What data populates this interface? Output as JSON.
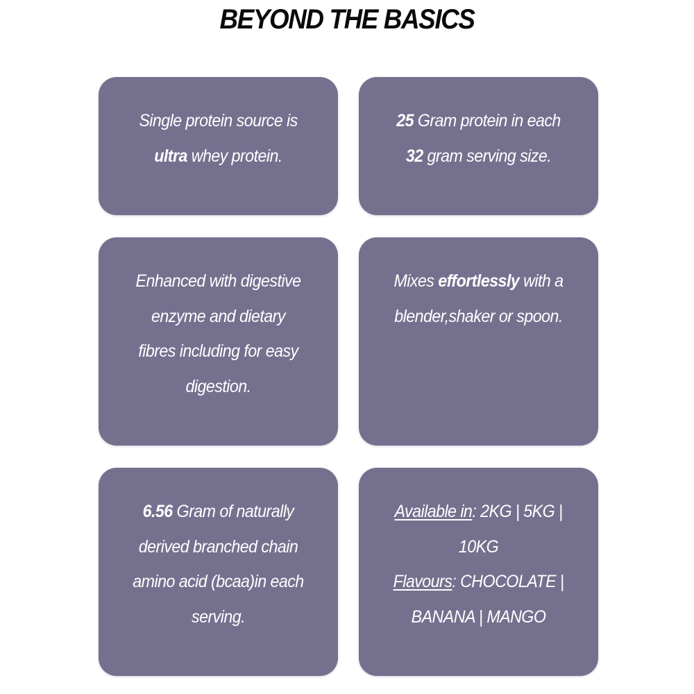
{
  "title": "BEYOND THE BASICS",
  "card_color": "#76708f",
  "cards": [
    {
      "lines": [
        {
          "pre": "Single protein source is"
        },
        {
          "bold": "ultra",
          "post": " whey protein."
        }
      ]
    },
    {
      "lines": [
        {
          "bold": "25",
          "post": " Gram protein in each"
        },
        {
          "bold": "32",
          "post": " gram serving size."
        }
      ]
    },
    {
      "lines": [
        {
          "pre": "Enhanced with digestive"
        },
        {
          "pre": "enzyme and dietary"
        },
        {
          "pre": "fibres including for easy"
        },
        {
          "pre": "digestion."
        }
      ]
    },
    {
      "lines": [
        {
          "pre": "Mixes ",
          "bold": "effortlessly",
          "post": " with a"
        },
        {
          "pre": "blender,shaker or spoon."
        }
      ]
    },
    {
      "lines": [
        {
          "bold": "6.56",
          "post": " Gram of naturally"
        },
        {
          "pre": "derived branched chain"
        },
        {
          "pre": "amino acid (bcaa)in each"
        },
        {
          "pre": "serving."
        }
      ]
    },
    {
      "lines": [
        {
          "underline": "Available in",
          "post": ": 2KG | 5KG |"
        },
        {
          "pre": "10KG"
        },
        {
          "underline": "Flavours",
          "post": ": CHOCOLATE |"
        },
        {
          "pre": "BANANA | MANGO"
        }
      ]
    }
  ]
}
